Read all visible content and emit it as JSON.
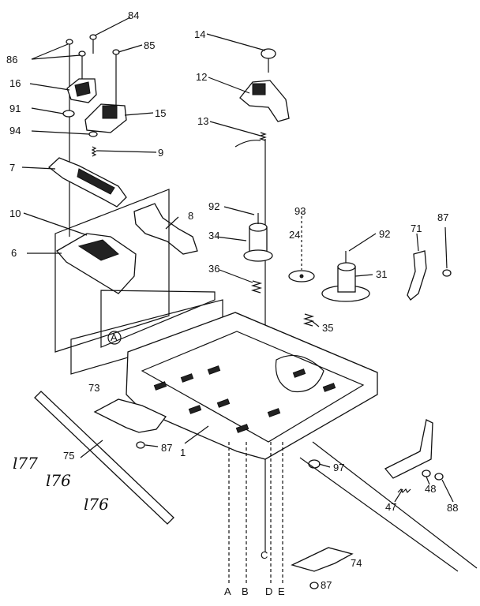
{
  "diagram": {
    "part_numbers": [
      "84",
      "86",
      "85",
      "16",
      "15",
      "91",
      "94",
      "9",
      "7",
      "10",
      "8",
      "6",
      "14",
      "12",
      "13",
      "92",
      "93",
      "87",
      "71",
      "34",
      "24",
      "31",
      "36",
      "35",
      "73",
      "1",
      "75",
      "97",
      "47",
      "48",
      "88",
      "74"
    ],
    "handwritten": [
      "l77",
      "l76",
      "l76"
    ],
    "letters": [
      "A",
      "B",
      "D",
      "E",
      "C",
      "A"
    ],
    "colors": {
      "ink": "#111111",
      "paper": "#ffffff"
    }
  }
}
